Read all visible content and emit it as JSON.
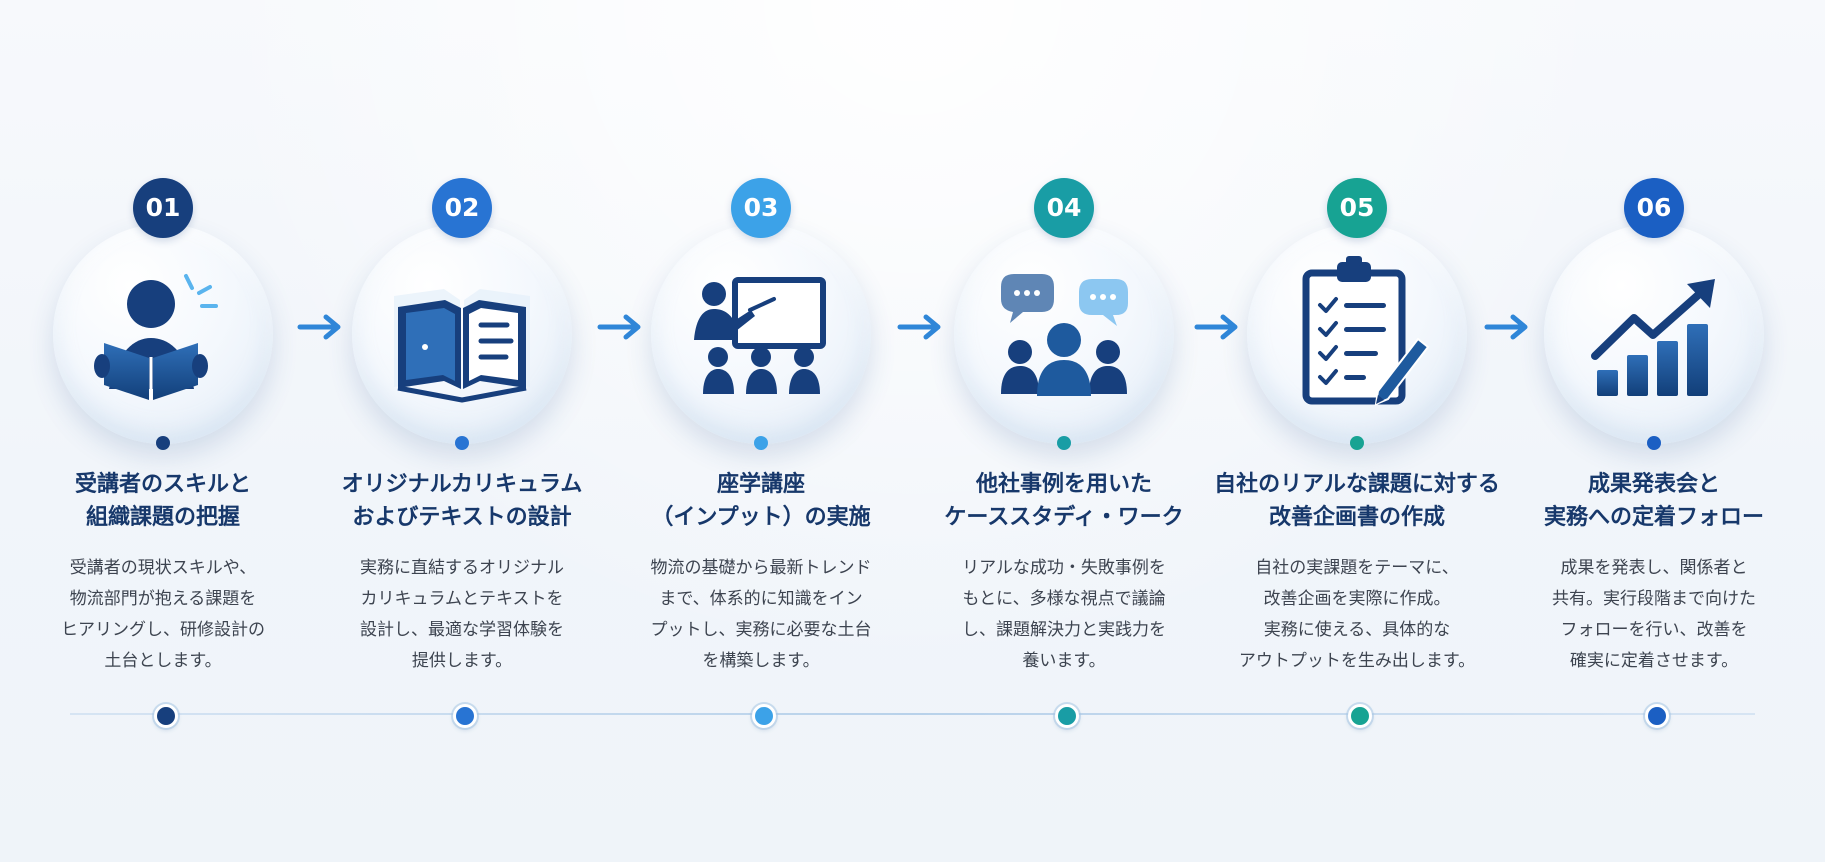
{
  "flow": {
    "steps": [
      {
        "number": "01",
        "icon": "reader-book-icon",
        "color": "#173f7d",
        "title": [
          "受講者のスキルと",
          "組織課題の把握"
        ],
        "description": [
          "受講者の現状スキルや、",
          "物流部門が抱える課題を",
          "ヒアリングし、研修設計の",
          "土台とします。"
        ]
      },
      {
        "number": "02",
        "icon": "open-book-icon",
        "color": "#2874d3",
        "title": [
          "オリジナルカリキュラム",
          "およびテキストの設計"
        ],
        "description": [
          "実務に直結するオリジナル",
          "カリキュラムとテキストを",
          "設計し、最適な学習体験を",
          "提供します。"
        ]
      },
      {
        "number": "03",
        "icon": "lecture-presentation-icon",
        "color": "#3ca2e8",
        "title": [
          "座学講座",
          "（インプット）の実施"
        ],
        "description": [
          "物流の基礎から最新トレンド",
          "まで、体系的に知識をイン",
          "プットし、実務に必要な土台",
          "を構築します。"
        ]
      },
      {
        "number": "04",
        "icon": "group-discussion-icon",
        "color": "#199da5",
        "title": [
          "他社事例を用いた",
          "ケーススタディ・ワーク"
        ],
        "description": [
          "リアルな成功・失敗事例を",
          "もとに、多様な視点で議論",
          "し、課題解決力と実践力を",
          "養います。"
        ]
      },
      {
        "number": "05",
        "icon": "clipboard-checklist-icon",
        "color": "#17a393",
        "title": [
          "自社のリアルな課題に対する",
          "改善企画書の作成"
        ],
        "description": [
          "自社の実課題をテーマに、",
          "改善企画を実際に作成。",
          "実務に使える、具体的な",
          "アウトプットを生み出します。"
        ]
      },
      {
        "number": "06",
        "icon": "growth-chart-icon",
        "color": "#1b5fc3",
        "title": [
          "成果発表会と",
          "実務への定着フォロー"
        ],
        "description": [
          "成果を発表し、関係者と",
          "共有。実行段階まで向けた",
          "フォローを行い、改善を",
          "確実に定着させます。"
        ]
      }
    ],
    "arrow_icon": "right-arrow-icon",
    "timeline_color": "#b8d1ea"
  }
}
